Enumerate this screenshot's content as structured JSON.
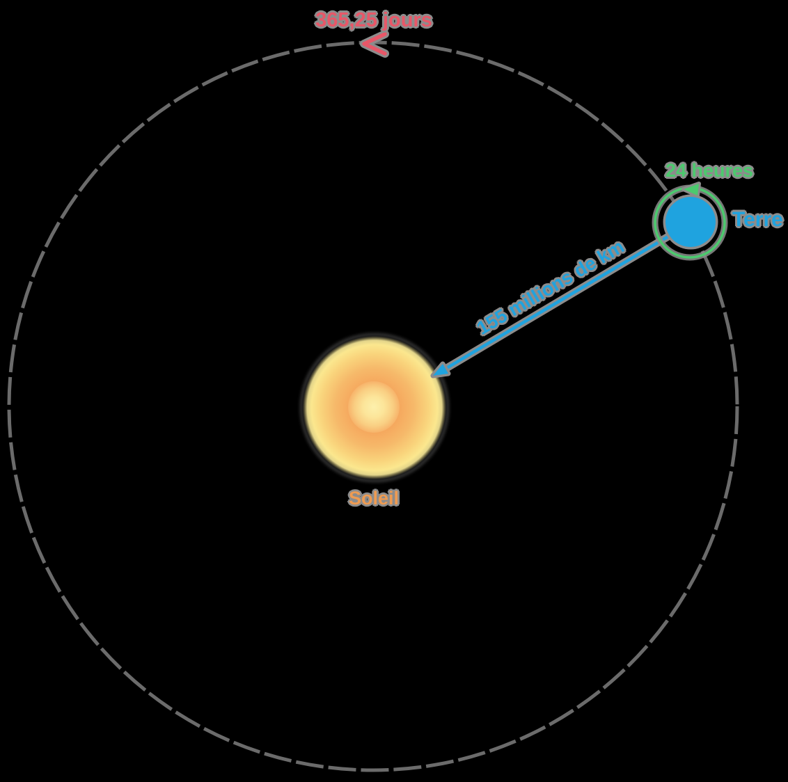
{
  "diagram": {
    "title_semantic": "Earth orbit around the Sun schematic",
    "background_color": "#000000",
    "orbit": {
      "period_label": "365,25 jours",
      "period_color": "#E85768",
      "path_color": "#6B6B6B",
      "path_style": "dashed",
      "direction": "arrow pointing left at top of orbit"
    },
    "earth": {
      "name_label": "Terre",
      "name_color": "#1FA3DF",
      "fill_color": "#1FA3DF",
      "rotation_label": "24 heures",
      "rotation_ring_color": "#4CC96E",
      "rotation_direction": "arrow pointing left at top of ring"
    },
    "distance": {
      "label": "155 millions de km",
      "color": "#1FA3DF",
      "arrow_points_to": "Soleil"
    },
    "sun": {
      "name_label": "Soleil",
      "name_color": "#EE9B52",
      "core_color": "#FDF0AC",
      "glow_color": "#F5A45B"
    },
    "halo_color": "#8C8C8C"
  }
}
